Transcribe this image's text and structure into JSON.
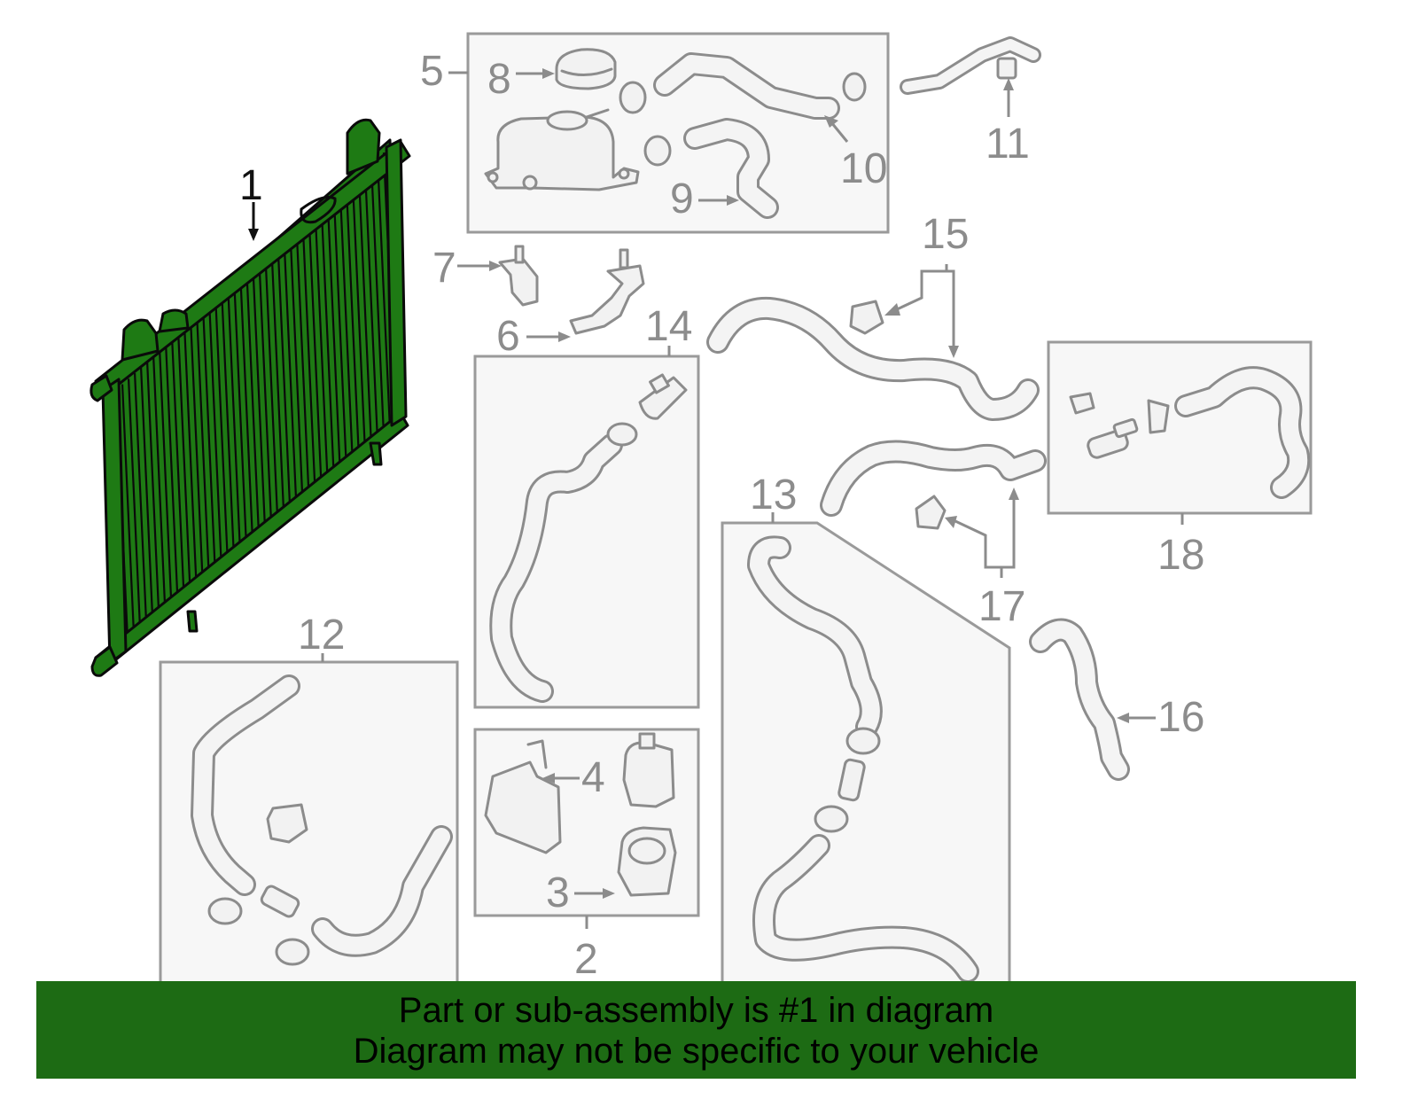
{
  "callouts": {
    "c1": "1",
    "c2": "2",
    "c3": "3",
    "c4": "4",
    "c5": "5",
    "c6": "6",
    "c7": "7",
    "c8": "8",
    "c9": "9",
    "c10": "10",
    "c11": "11",
    "c12": "12",
    "c13": "13",
    "c14": "14",
    "c15": "15",
    "c16": "16",
    "c17": "17",
    "c18": "18"
  },
  "highlight_color": "#1e7a14",
  "banner": {
    "line1": "Part or sub-assembly is #1 in diagram",
    "line2": "Diagram may not be specific to your vehicle",
    "background": "#1d6b14"
  }
}
